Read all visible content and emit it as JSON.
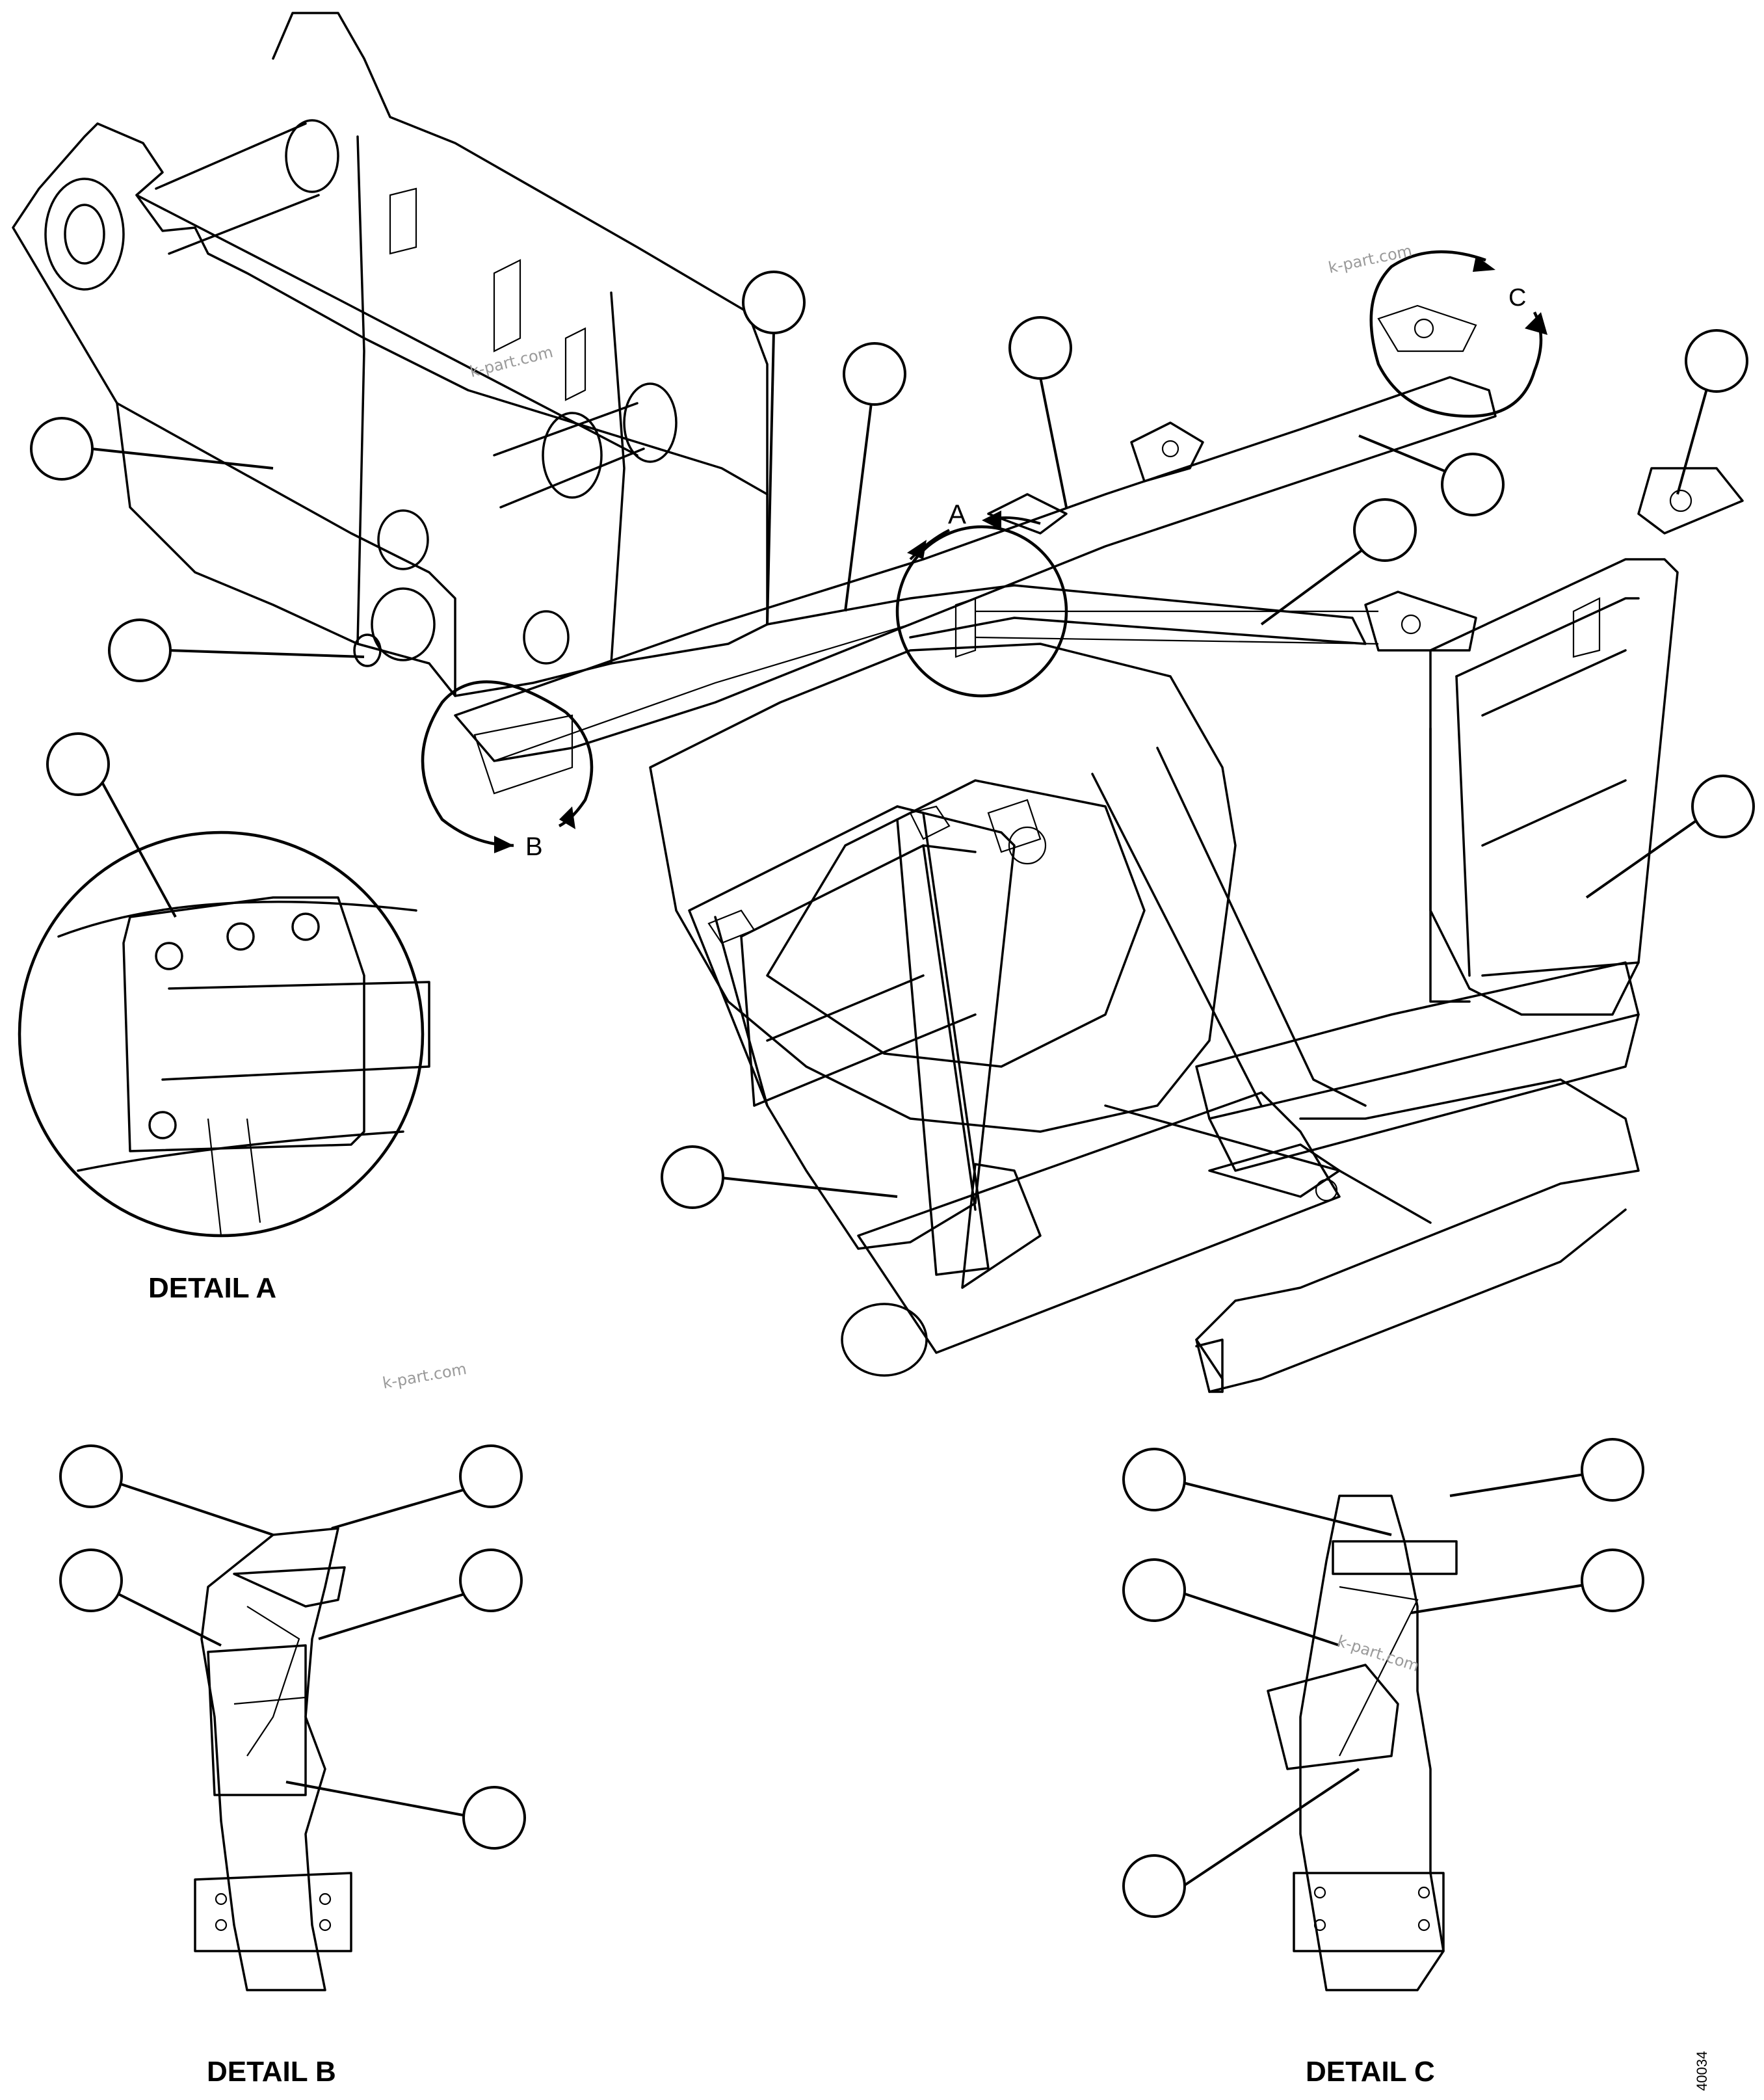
{
  "view_markers": {
    "a": "A",
    "b": "B",
    "c": "C"
  },
  "detail_titles": {
    "a": "DETAIL A",
    "b": "DETAIL B",
    "c": "DETAIL C"
  },
  "watermarks": [
    "k-part.com",
    "k-part.com",
    "k-part.com",
    "k-part.com"
  ],
  "figure_id": "40034",
  "callouts": {
    "main": [
      "",
      "",
      "",
      "",
      "",
      "",
      "",
      "",
      "",
      ""
    ],
    "detail_a": [
      ""
    ],
    "detail_b": [
      "",
      "",
      "",
      "",
      ""
    ],
    "detail_c": [
      "",
      "",
      "",
      "",
      ""
    ]
  }
}
